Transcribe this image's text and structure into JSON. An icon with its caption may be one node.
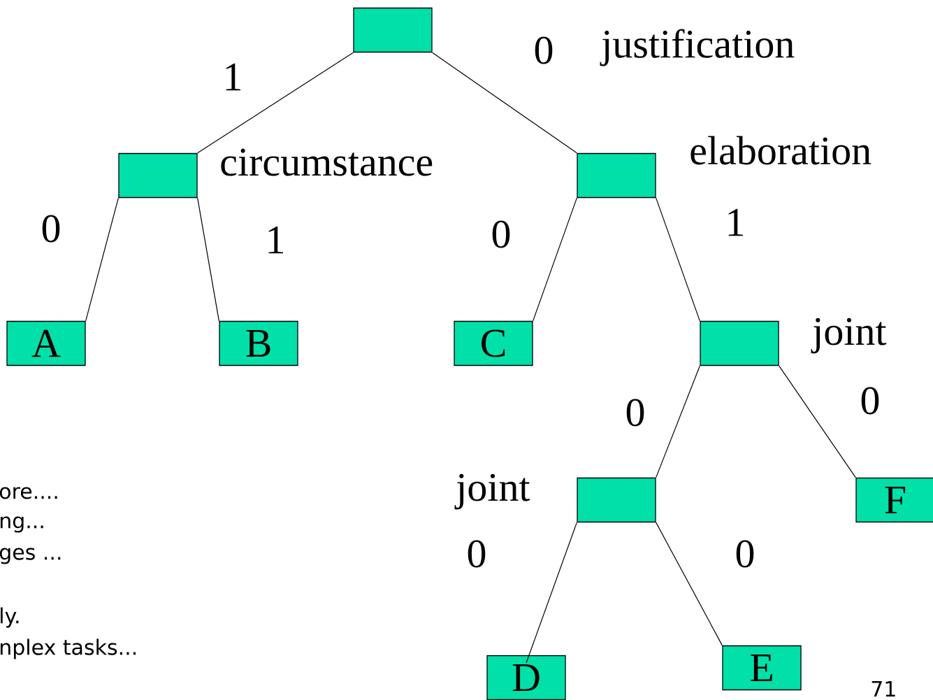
{
  "diagram": {
    "nodes": [
      {
        "text": [],
        "shape": "box"
      },
      {
        "text": [],
        "shape": "box",
        "beside": [
          "circumstance"
        ]
      },
      {
        "text": [],
        "shape": "box",
        "beside": [
          "elaboration"
        ]
      },
      {
        "text": [
          "A"
        ]
      },
      {
        "text": [
          "B"
        ]
      },
      {
        "text": [
          "C"
        ]
      },
      {
        "text": [],
        "shape": "box",
        "beside": [
          "joint"
        ]
      },
      {
        "text": [],
        "shape": "box",
        "beside": [
          "joint"
        ]
      },
      {
        "text": [
          "F"
        ]
      },
      {
        "text": [
          "D"
        ]
      },
      {
        "text": [
          "E"
        ]
      }
    ],
    "edges": [
      {
        "from": 0,
        "to": 1,
        "arrow": "none",
        "label": "1"
      },
      {
        "from": 0,
        "to": 2,
        "arrow": "none",
        "label": "0"
      },
      {
        "from": 1,
        "to": 3,
        "arrow": "none",
        "label": "0"
      },
      {
        "from": 1,
        "to": 4,
        "arrow": "none",
        "label": "1"
      },
      {
        "from": 2,
        "to": 5,
        "arrow": "none",
        "label": "0"
      },
      {
        "from": 2,
        "to": 6,
        "arrow": "none",
        "label": "1"
      },
      {
        "from": 6,
        "to": 7,
        "arrow": "none",
        "label": "0"
      },
      {
        "from": 6,
        "to": 8,
        "arrow": "none",
        "label": "0"
      },
      {
        "from": 7,
        "to": 9,
        "arrow": "none",
        "label": "0"
      },
      {
        "from": 7,
        "to": 10,
        "arrow": "none",
        "label": "0"
      }
    ],
    "labels": [
      "justification",
      "ore....",
      "ng...",
      "ges ...",
      "ly.",
      "nplex tasks...",
      "71"
    ]
  }
}
